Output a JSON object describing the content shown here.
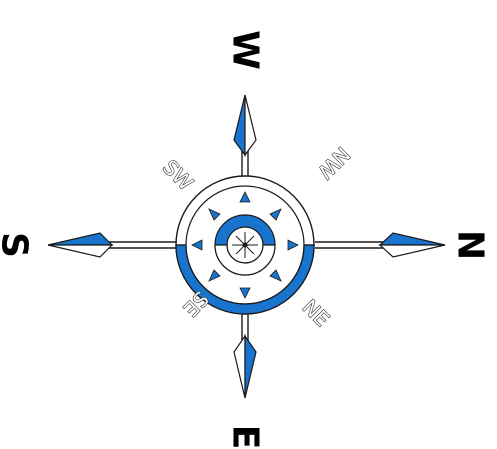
{
  "compass": {
    "labels": {
      "top": "W",
      "right": "N",
      "bottom": "E",
      "left": "S",
      "upper_left": "SW",
      "upper_right": "NW",
      "lower_right": "NE",
      "lower_left": "SE"
    },
    "colors": {
      "blue": "#1874cd",
      "outline": "#1a1a1a",
      "background": "#ffffff"
    }
  }
}
